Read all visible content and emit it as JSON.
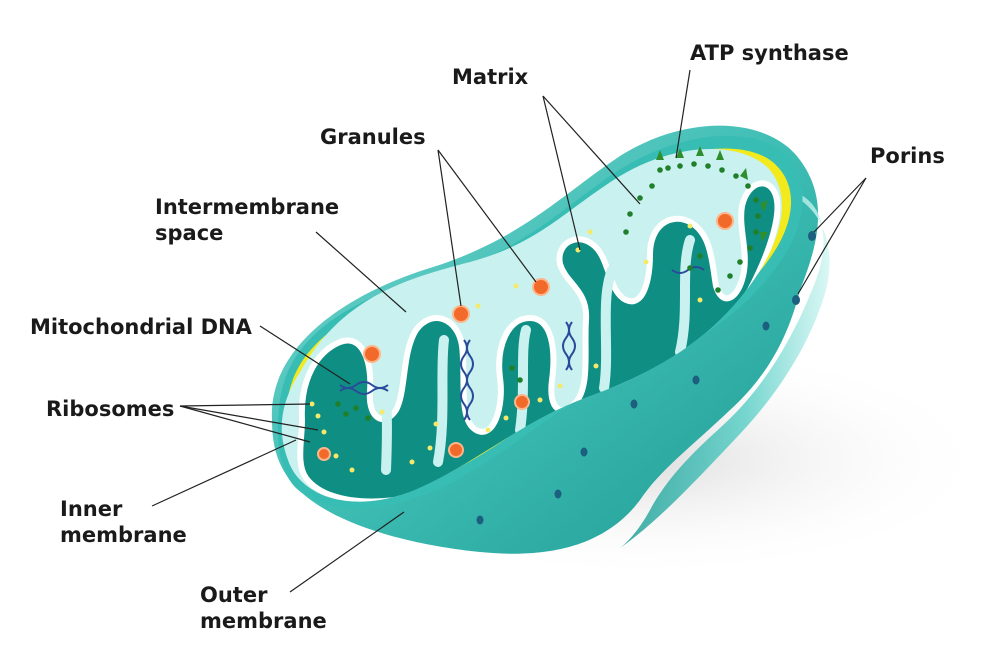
{
  "diagram": {
    "labels": {
      "atp_synthase": "ATP synthase",
      "matrix": "Matrix",
      "granules": "Granules",
      "porins": "Porins",
      "intermembrane_space": [
        "Intermembrane",
        "space"
      ],
      "mitochondrial_dna": "Mitochondrial DNA",
      "ribosomes": "Ribosomes",
      "inner_membrane": [
        "Inner",
        "membrane"
      ],
      "outer_membrane": [
        "Outer",
        "membrane"
      ]
    },
    "colors": {
      "outer_body": "#2fb5ad",
      "outer_highlight": "#b8ebe6",
      "membrane_yellow": "#f2ea1d",
      "intermembrane": "#c9f1ef",
      "matrix": "#0f8f84",
      "granule": "#f26a2a",
      "ribosome_dot": "#f4e96a",
      "dna_strand": "#2a4b9a",
      "porin": "#1c5f7e",
      "atp_synthase": "#2f8f2f"
    }
  }
}
